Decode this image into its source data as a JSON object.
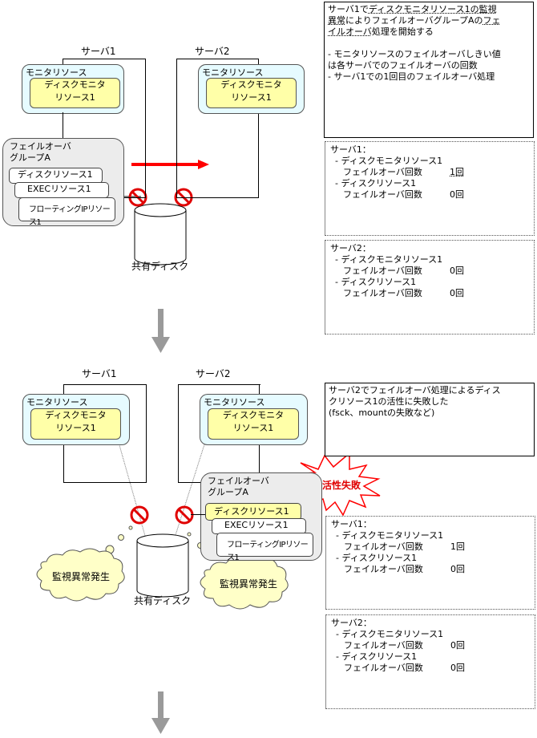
{
  "panels": [
    {
      "id": "before",
      "server1_label": "サーバ1",
      "server2_label": "サーバ2",
      "monitor_group_title": "モニタリソース",
      "monitor_resource_line1": "ディスクモニタ",
      "monitor_resource_line2": "リソース1",
      "failover_group_line1": "フェイルオーバ",
      "failover_group_line2": "グループA",
      "resources": [
        "ディスクリソース1",
        "EXECリソース1",
        "フローティングIPリソース1"
      ],
      "shared_disk_label": "共有ディスク",
      "note": {
        "line1_pre": "サーバ1で",
        "line1_link": "ディスクモニタリソース1の監視",
        "line2_link": "異常",
        "line2_mid": "によりフェイルオーバグループAの",
        "line2_link2": "フェ",
        "line3_link": "イルオーバ",
        "line3_post": "処理を開始する",
        "bullet1_a": "- モニタリソースのフェイルオーバしきい値",
        "bullet1_b": "は各サーバでのフェイルオーバの回数",
        "bullet2": "- サーバ1での1回目のフェイルオーバ処理"
      },
      "counts": [
        {
          "server": "サーバ1：",
          "items": [
            {
              "name": "- ディスクモニタリソース1",
              "label": "フェイルオーバ回数",
              "value": "1回",
              "highlight": true
            },
            {
              "name": "- ディスクリソース1",
              "label": "フェイルオーバ回数",
              "value": "0回",
              "highlight": false
            }
          ]
        },
        {
          "server": "サーバ2：",
          "items": [
            {
              "name": "- ディスクモニタリソース1",
              "label": "フェイルオーバ回数",
              "value": "0回",
              "highlight": false
            },
            {
              "name": "- ディスクリソース1",
              "label": "フェイルオーバ回数",
              "value": "0回",
              "highlight": false
            }
          ]
        }
      ]
    },
    {
      "id": "after",
      "server1_label": "サーバ1",
      "server2_label": "サーバ2",
      "monitor_group_title": "モニタリソース",
      "monitor_resource_line1": "ディスクモニタ",
      "monitor_resource_line2": "リソース1",
      "failover_group_line1": "フェイルオーバ",
      "failover_group_line2": "グループA",
      "resources": [
        "ディスクリソース1",
        "EXECリソース1",
        "フローティングIPリソース1"
      ],
      "shared_disk_label": "共有ディスク",
      "burst_label": "活性失敗",
      "cloud_label": "監視異常発生",
      "note": {
        "line1": "サーバ2でフェイルオーバ処理によるディス",
        "line2": "クリソース1の活性に失敗した",
        "line3": "(fsck、mountの失敗など)"
      },
      "counts": [
        {
          "server": "サーバ1：",
          "items": [
            {
              "name": "- ディスクモニタリソース1",
              "label": "フェイルオーバ回数",
              "value": "1回",
              "highlight": false
            },
            {
              "name": "- ディスクリソース1",
              "label": "フェイルオーバ回数",
              "value": "0回",
              "highlight": false
            }
          ]
        },
        {
          "server": "サーバ2：",
          "items": [
            {
              "name": "- ディスクモニタリソース1",
              "label": "フェイルオーバ回数",
              "value": "0回",
              "highlight": false
            },
            {
              "name": "- ディスクリソース1",
              "label": "フェイルオーバ回数",
              "value": "0回",
              "highlight": false
            }
          ]
        }
      ]
    }
  ],
  "colors": {
    "monitor_group_bg": "#e6fbff",
    "monitor_resource_bg": "#ffffa8",
    "failover_group_bg": "#ececec",
    "failover_arrow": "#ff0000",
    "prohibit_sign": "#e00000",
    "flow_arrow": "#999999",
    "cloud_bg": "#ffffc8"
  }
}
